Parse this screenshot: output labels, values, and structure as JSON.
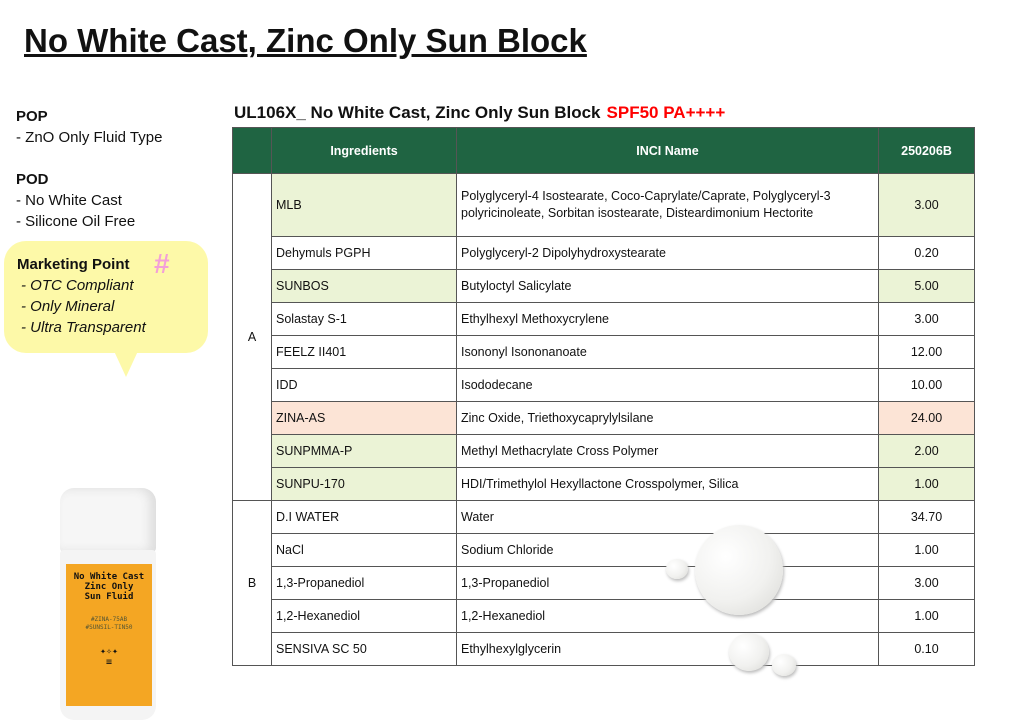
{
  "title": "No White Cast, Zinc Only Sun Block",
  "pop": {
    "heading": "POP",
    "items": [
      "- ZnO Only Fluid Type"
    ]
  },
  "pod": {
    "heading": "POD",
    "items": [
      "- No White Cast",
      "- Silicone Oil Free"
    ]
  },
  "marketing": {
    "heading": "Marketing Point",
    "icon": "hashtag-icon",
    "items": [
      "- OTC Compliant",
      "- Only Mineral",
      "- Ultra Transparent"
    ]
  },
  "product": {
    "label_lines": [
      "No White Cast",
      "Zinc Only",
      "Sun Fluid"
    ],
    "tags": [
      "#ZINA-75AB",
      "#SUNSIL-TIN50"
    ]
  },
  "table": {
    "title": "UL106X_ No White Cast, Zinc Only Sun Block",
    "spf": "SPF50 PA++++",
    "headers": [
      "",
      "Ingredients",
      "INCI Name",
      "250206B"
    ],
    "phases": [
      "A",
      "B"
    ],
    "rows": [
      {
        "ing": "MLB",
        "inci": "Polyglyceryl-4 Isostearate, Coco-Caprylate/Caprate, Polyglyceryl-3 polyricinoleate, Sorbitan isostearate, Disteardimonium Hectorite",
        "val": "3.00",
        "hl": "g"
      },
      {
        "ing": "Dehymuls PGPH",
        "inci": "Polyglyceryl-2 Dipolyhydroxystearate",
        "val": "0.20",
        "hl": ""
      },
      {
        "ing": "SUNBOS",
        "inci": "Butyloctyl Salicylate",
        "val": "5.00",
        "hl": "g"
      },
      {
        "ing": "Solastay S-1",
        "inci": "Ethylhexyl Methoxycrylene",
        "val": "3.00",
        "hl": ""
      },
      {
        "ing": "FEELZ II401",
        "inci": "Isononyl Isononanoate",
        "val": "12.00",
        "hl": ""
      },
      {
        "ing": "IDD",
        "inci": "Isododecane",
        "val": "10.00",
        "hl": ""
      },
      {
        "ing": "ZINA-AS",
        "inci": "Zinc Oxide, Triethoxycaprylylsilane",
        "val": "24.00",
        "hl": "p"
      },
      {
        "ing": "SUNPMMA-P",
        "inci": "Methyl Methacrylate Cross Polymer",
        "val": "2.00",
        "hl": "g"
      },
      {
        "ing": "SUNPU-170",
        "inci": "HDI/Trimethylol Hexyllactone Crosspolymer, Silica",
        "val": "1.00",
        "hl": "g"
      },
      {
        "ing": "D.I WATER",
        "inci": "Water",
        "val": "34.70",
        "hl": ""
      },
      {
        "ing": "NaCl",
        "inci": "Sodium Chloride",
        "val": "1.00",
        "hl": ""
      },
      {
        "ing": "1,3-Propanediol",
        "inci": "1,3-Propanediol",
        "val": "3.00",
        "hl": ""
      },
      {
        "ing": "1,2-Hexanediol",
        "inci": "1,2-Hexanediol",
        "val": "1.00",
        "hl": ""
      },
      {
        "ing": "SENSIVA SC 50",
        "inci": "Ethylhexylglycerin",
        "val": "0.10",
        "hl": ""
      }
    ]
  }
}
